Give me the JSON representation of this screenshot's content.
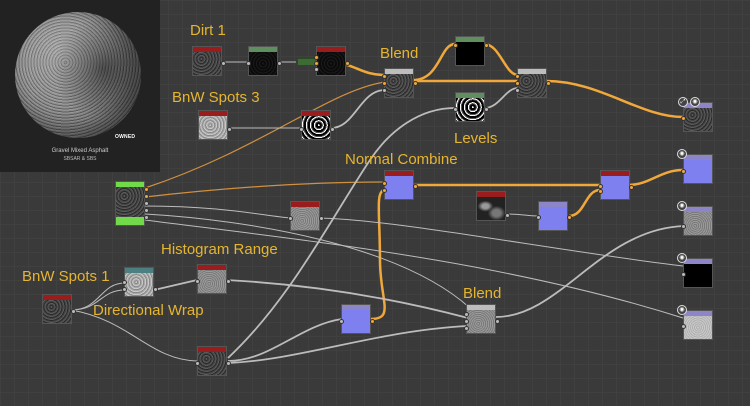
{
  "preview": {
    "title": "Gravel Mixed Asphalt",
    "subtitle": "SBSAR & SBS",
    "badge": "OWNED"
  },
  "labels": {
    "dirt1": "Dirt 1",
    "blend_top": "Blend",
    "bnw_spots3": "BnW Spots 3",
    "levels": "Levels",
    "normal_combine": "Normal Combine",
    "histogram_range": "Histogram Range",
    "bnw_spots1": "BnW Spots 1",
    "directional_wrap": "Directional Wrap",
    "blend_bottom": "Blend"
  },
  "nodes": [
    {
      "id": "dirt1",
      "header_color": "#9b1c1c",
      "texture": "noise"
    },
    {
      "id": "levels-a",
      "header_color": "#5f8f5f",
      "texture": "dark"
    },
    {
      "id": "dirt-blend",
      "header_color": "#9b1c1c",
      "texture": "dark"
    },
    {
      "id": "blend-top",
      "header_color": "#bdbdbd",
      "texture": "noise"
    },
    {
      "id": "levels-black",
      "header_color": "#5f8f5f",
      "texture": "black"
    },
    {
      "id": "levels-b",
      "header_color": "#5f8f5f",
      "texture": "spots"
    },
    {
      "id": "blend-right",
      "header_color": "#bdbdbd",
      "texture": "noise"
    },
    {
      "id": "bnw-spots3",
      "header_color": "#9b1c1c",
      "texture": "light"
    },
    {
      "id": "histogram-scan",
      "header_color": "#9b1c1c",
      "texture": "spots"
    },
    {
      "id": "output-basecolor",
      "header_color": "#8c86c8",
      "texture": "noise"
    },
    {
      "id": "output-normal",
      "header_color": "#8c86c8",
      "texture": "normal"
    },
    {
      "id": "normal-combine-right",
      "header_color": "#9b1c1c",
      "texture": "normal"
    },
    {
      "id": "normal-combine",
      "header_color": "#9b1c1c",
      "texture": "normal"
    },
    {
      "id": "perlin",
      "header_color": "#9b1c1c",
      "texture": "blob"
    },
    {
      "id": "normal-b",
      "header_color": "#8c86c8",
      "texture": "normal"
    },
    {
      "id": "output-roughness",
      "header_color": "#8c86c8",
      "texture": "grey"
    },
    {
      "id": "output-metallic",
      "header_color": "#8c86c8",
      "texture": "black"
    },
    {
      "id": "output-height",
      "header_color": "#8c86c8",
      "texture": "lightgrey"
    },
    {
      "id": "material-input",
      "header_color": "#72d94a",
      "texture": "noise"
    },
    {
      "id": "histogram-mid",
      "header_color": "#9b1c1c",
      "texture": "grey"
    },
    {
      "id": "histogram-range",
      "header_color": "#9b1c1c",
      "texture": "grey"
    },
    {
      "id": "directional-warp-top",
      "header_color": "#4b7f82",
      "texture": "light"
    },
    {
      "id": "bnw-spots1",
      "header_color": "#9b1c1c",
      "texture": "noise"
    },
    {
      "id": "directional-warp",
      "header_color": "#9b1c1c",
      "texture": "noise"
    },
    {
      "id": "normal-bottom",
      "header_color": "#8c86c8",
      "texture": "normal"
    },
    {
      "id": "blend-bottom",
      "header_color": "#bdbdbd",
      "texture": "grey"
    }
  ],
  "colors": {
    "wire_orange": "#f0a83a",
    "wire_grey": "#bcbcbc",
    "label": "#e6b52e"
  }
}
